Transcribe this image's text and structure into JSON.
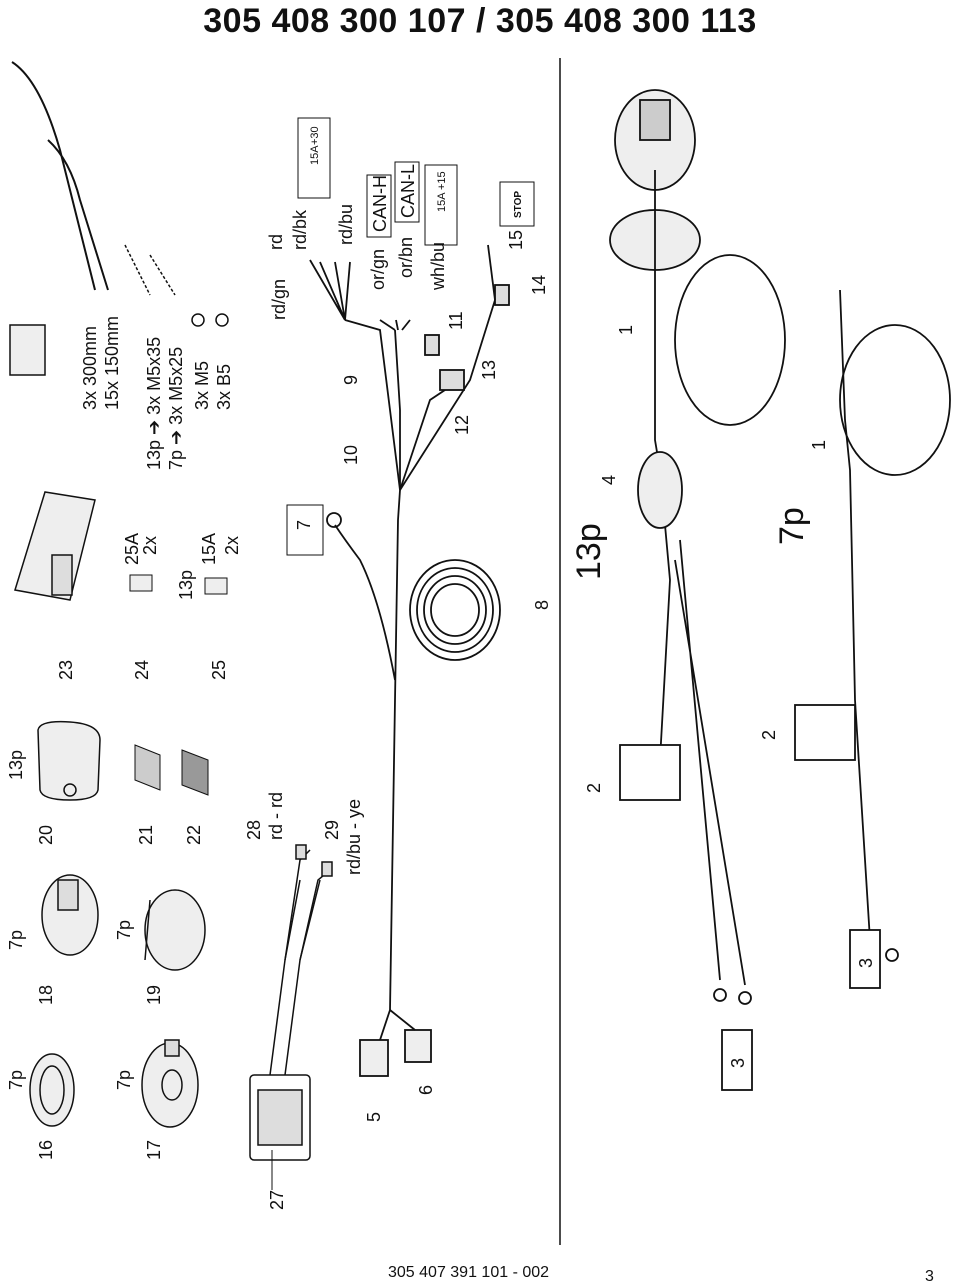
{
  "title": "305 408 300 107 / 305 408 300 113",
  "footer": "305 407 391 101 - 002",
  "page_number": "3",
  "labels": {
    "n1a": "1",
    "n1b": "1",
    "n2a": "2",
    "n2b": "2",
    "n3a": "3",
    "n3b": "3",
    "n4": "4",
    "n5": "5",
    "n6": "6",
    "n7": "7",
    "n8": "8",
    "n9": "9",
    "n10": "10",
    "n11": "11",
    "n12": "12",
    "n13": "13",
    "n14": "14",
    "n15": "15",
    "n16": "16",
    "n17": "17",
    "n18": "18",
    "n19": "19",
    "n20": "20",
    "n21": "21",
    "n22": "22",
    "n23": "23",
    "n24": "24",
    "n25": "25",
    "n27": "27",
    "n28": "28",
    "n29": "29",
    "p16": "7p",
    "p17": "7p",
    "p18": "7p",
    "p19": "7p",
    "p20": "13p",
    "p25": "13p",
    "big13p": "13p",
    "big7p": "7p",
    "tie1": "3x   300mm",
    "tie2": "15x 150mm",
    "scr1": "13p ➔ 3x   M5x35",
    "scr2": "7p ➔ 3x   M5x25",
    "scr3": "3x   M5",
    "scr4": "3x   B5",
    "fuse24": "25A",
    "fuse24q": "2x",
    "fuse25": "15A",
    "fuse25q": "2x",
    "w28": "rd - rd",
    "w29": "rd/bu - ye",
    "c_rd": "rd",
    "c_rdbk": "rd/bk",
    "c_rdgn": "rd/gn",
    "c_rdbu": "rd/bu",
    "c_orgn": "or/gn",
    "c_orbn": "or/bn",
    "c_whbu": "wh/bu",
    "canh": "CAN-H",
    "canl": "CAN-L",
    "fuseA": "15A",
    "fuseAt": "+30",
    "fuseB": "15A",
    "fuseBt": "+15",
    "stop": "STOP"
  }
}
